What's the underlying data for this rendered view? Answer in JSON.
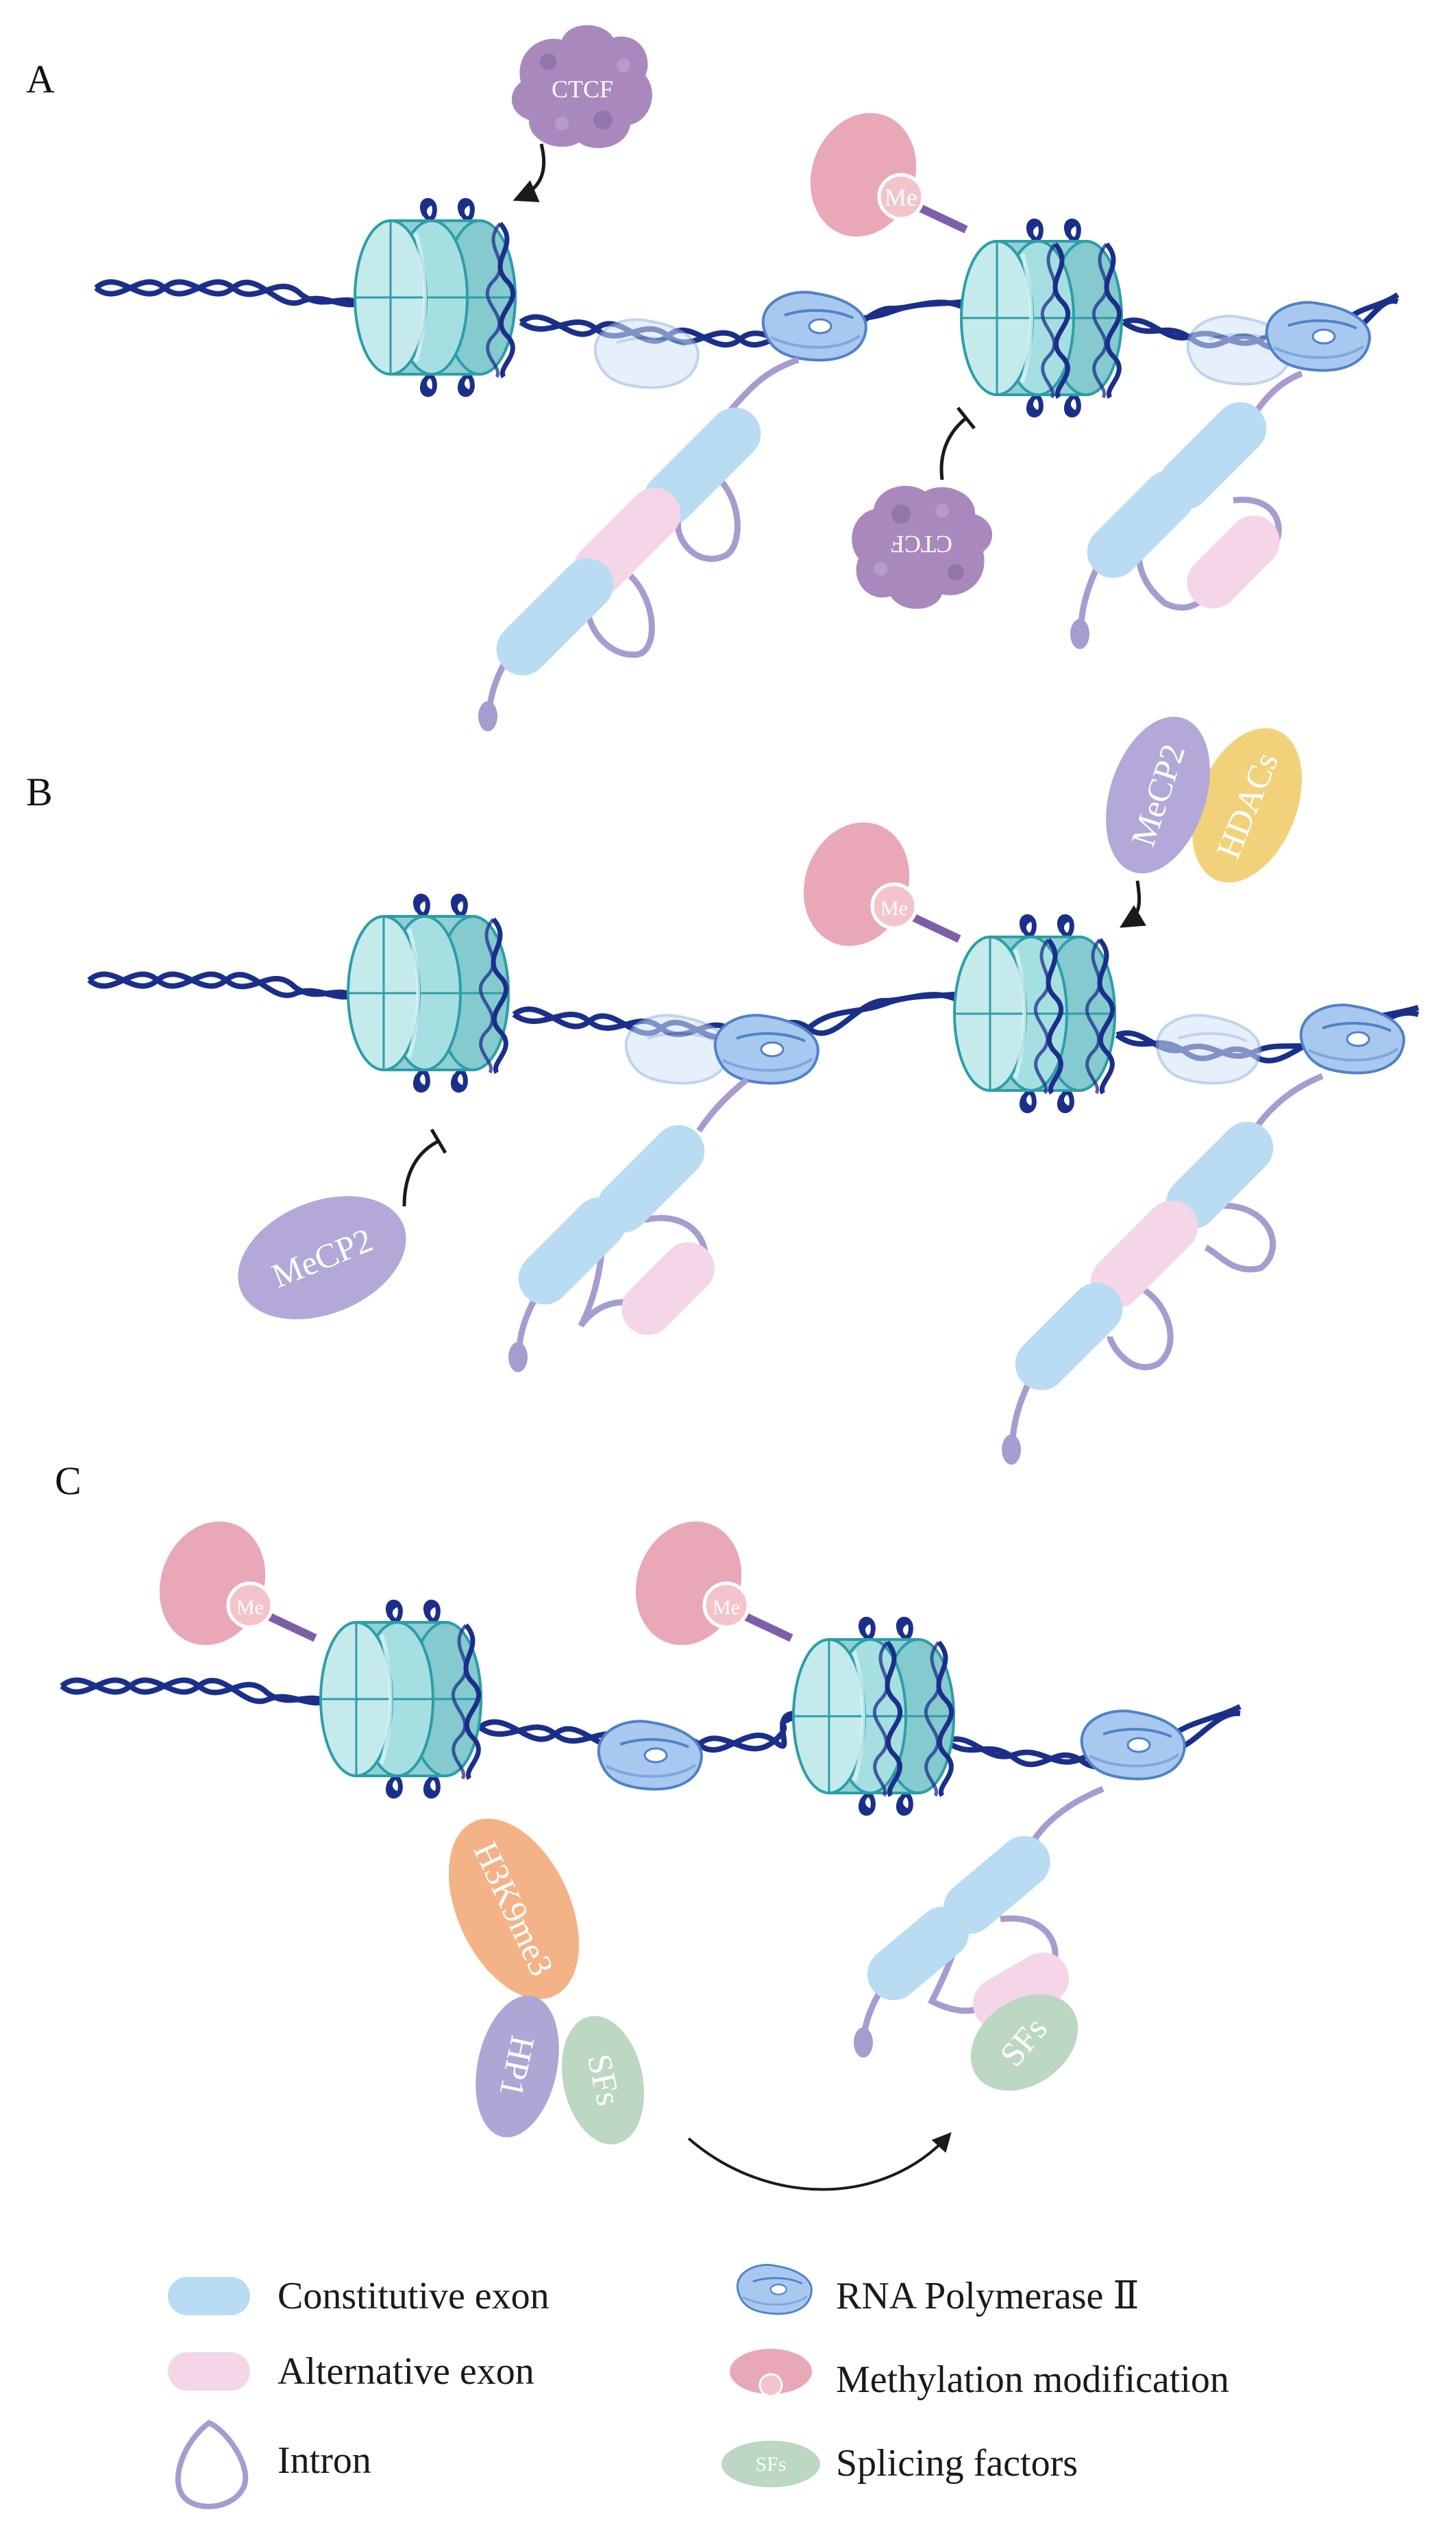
{
  "panels": {
    "a": {
      "label": "A"
    },
    "b": {
      "label": "B"
    },
    "c": {
      "label": "C"
    }
  },
  "molecules": {
    "ctcf": "CTCF",
    "mecp2": "MeCP2",
    "hdacs": "HDACs",
    "me": "Me",
    "h3k9me3": "H3K9me3",
    "hp1": "HP1",
    "sfs": "SFs"
  },
  "legend": {
    "constitutive_exon": "Constitutive exon",
    "alternative_exon": "Alternative exon",
    "intron": "Intron",
    "rna_polymerase": "RNA Polymerase Ⅱ",
    "methylation": "Methylation modification",
    "splicing_factors": "Splicing factors",
    "sfs_icon_text": "SFs"
  },
  "colors": {
    "dna": "#1b2f8a",
    "nucleosome": "#9fd9dc",
    "nucleosome_edge": "#2c9ea8",
    "constitutive_exon": "#b9dcf3",
    "alternative_exon": "#f4d6e8",
    "intron": "#a79cd0",
    "polymerase": "#a9c8ef",
    "methyl": "#e8a8b8",
    "ctcf": "#a989bd",
    "mecp2": "#b3a8d8",
    "hdacs": "#f1d27a",
    "h3k9me3": "#f3b387",
    "hp1": "#b0a6d6",
    "sfs": "#bcd7c2"
  }
}
